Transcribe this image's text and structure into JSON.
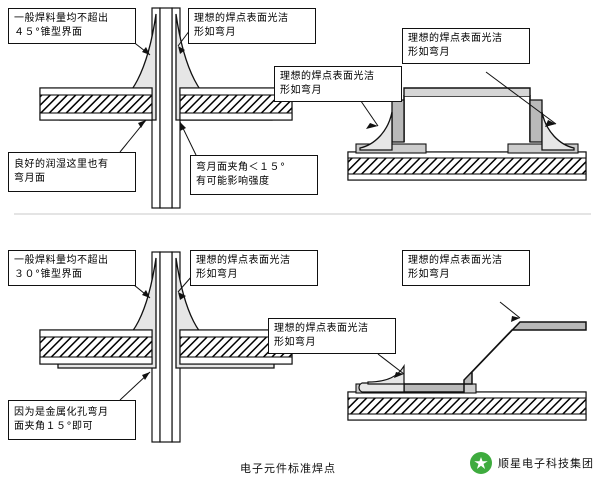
{
  "diagram": {
    "title": "电子元件标准焊点",
    "brand": "顺星电子科技集团",
    "callouts": [
      {
        "id": "top-left-upper",
        "lines": [
          "一般焊料量均不超出",
          "４５°锥型界面"
        ]
      },
      {
        "id": "top-center-upper",
        "lines": [
          "理想的焊点表面光洁",
          "形如弯月"
        ]
      },
      {
        "id": "top-right-upper",
        "lines": [
          "理想的焊点表面光洁",
          "形如弯月"
        ]
      },
      {
        "id": "top-right-mid",
        "lines": [
          "理想的焊点表面光洁",
          "形如弯月"
        ]
      },
      {
        "id": "top-left-lower",
        "lines": [
          "良好的润湿这里也有",
          "弯月面"
        ]
      },
      {
        "id": "top-center-lower",
        "lines": [
          "弯月面夹角＜１５°",
          "有可能影响强度"
        ]
      },
      {
        "id": "bottom-left-upper",
        "lines": [
          "一般焊料量均不超出",
          "３０°锥型界面"
        ]
      },
      {
        "id": "bottom-center-upper",
        "lines": [
          "理想的焊点表面光洁",
          "形如弯月"
        ]
      },
      {
        "id": "bottom-right-upper",
        "lines": [
          "理想的焊点表面光洁",
          "形如弯月"
        ]
      },
      {
        "id": "bottom-center-mid",
        "lines": [
          "理想的焊点表面光洁",
          "形如弯月"
        ]
      },
      {
        "id": "bottom-left-lower",
        "lines": [
          "因为是金属化孔弯月",
          "面夹角１５°即可"
        ]
      }
    ],
    "colors": {
      "outline": "#111111",
      "solder_fill": "#d8d8d8",
      "pad_fill": "#ffffff",
      "board_hatch": "#000000",
      "brand_green": "#3eab3e"
    }
  }
}
